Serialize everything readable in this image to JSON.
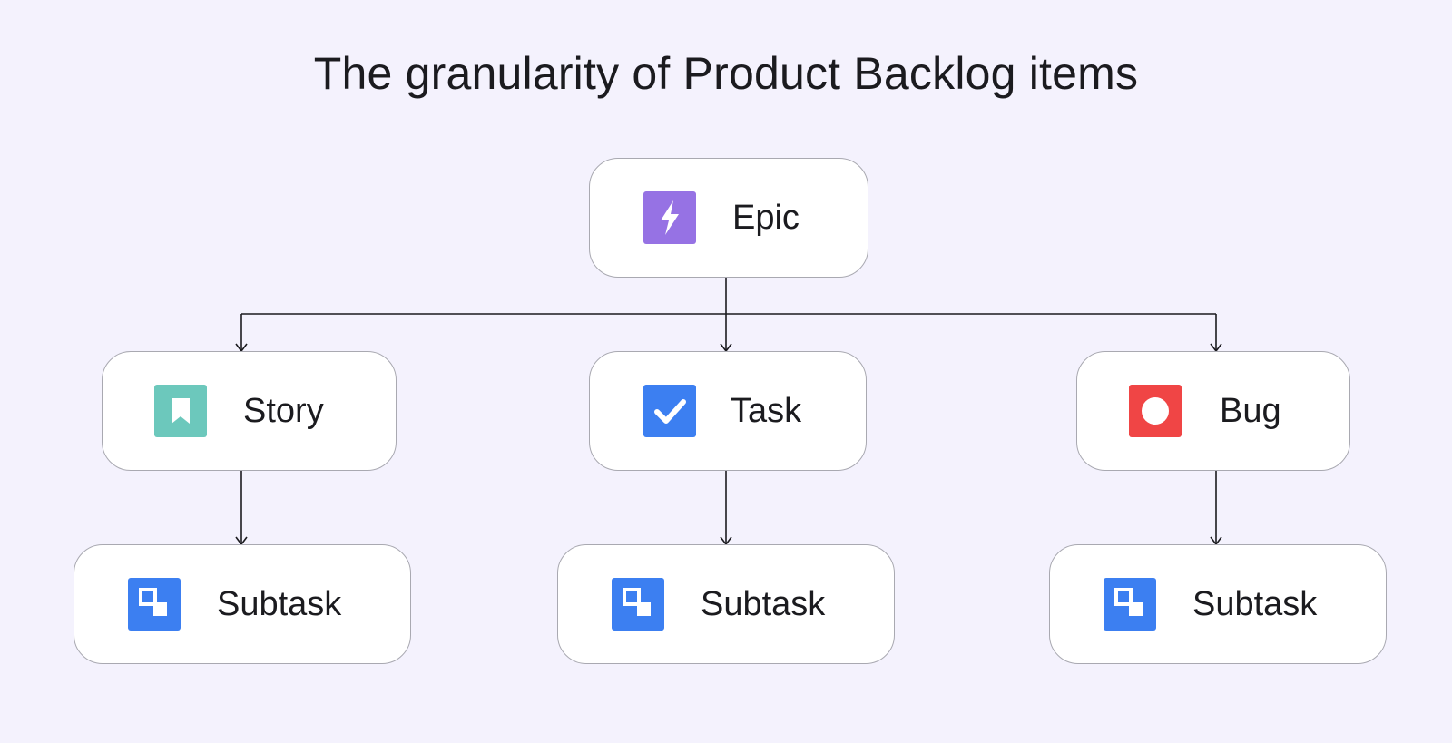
{
  "diagram": {
    "title": "The granularity of Product Backlog items",
    "colors": {
      "background": "#f4f2fd",
      "epic": "#9672e4",
      "story": "#6cc8bc",
      "task": "#3c7ff1",
      "bug": "#f04545",
      "subtask": "#3c7ff1",
      "connector": "#1b1b1f"
    },
    "nodes": {
      "epic": {
        "label": "Epic",
        "icon": "lightning-bolt-icon"
      },
      "story": {
        "label": "Story",
        "icon": "bookmark-icon"
      },
      "task": {
        "label": "Task",
        "icon": "checkmark-icon"
      },
      "bug": {
        "label": "Bug",
        "icon": "circle-dot-icon"
      },
      "story_subtask": {
        "label": "Subtask",
        "icon": "subtask-squares-icon"
      },
      "task_subtask": {
        "label": "Subtask",
        "icon": "subtask-squares-icon"
      },
      "bug_subtask": {
        "label": "Subtask",
        "icon": "subtask-squares-icon"
      }
    },
    "edges": [
      {
        "from": "epic",
        "to": "story"
      },
      {
        "from": "epic",
        "to": "task"
      },
      {
        "from": "epic",
        "to": "bug"
      },
      {
        "from": "story",
        "to": "story_subtask"
      },
      {
        "from": "task",
        "to": "task_subtask"
      },
      {
        "from": "bug",
        "to": "bug_subtask"
      }
    ]
  }
}
